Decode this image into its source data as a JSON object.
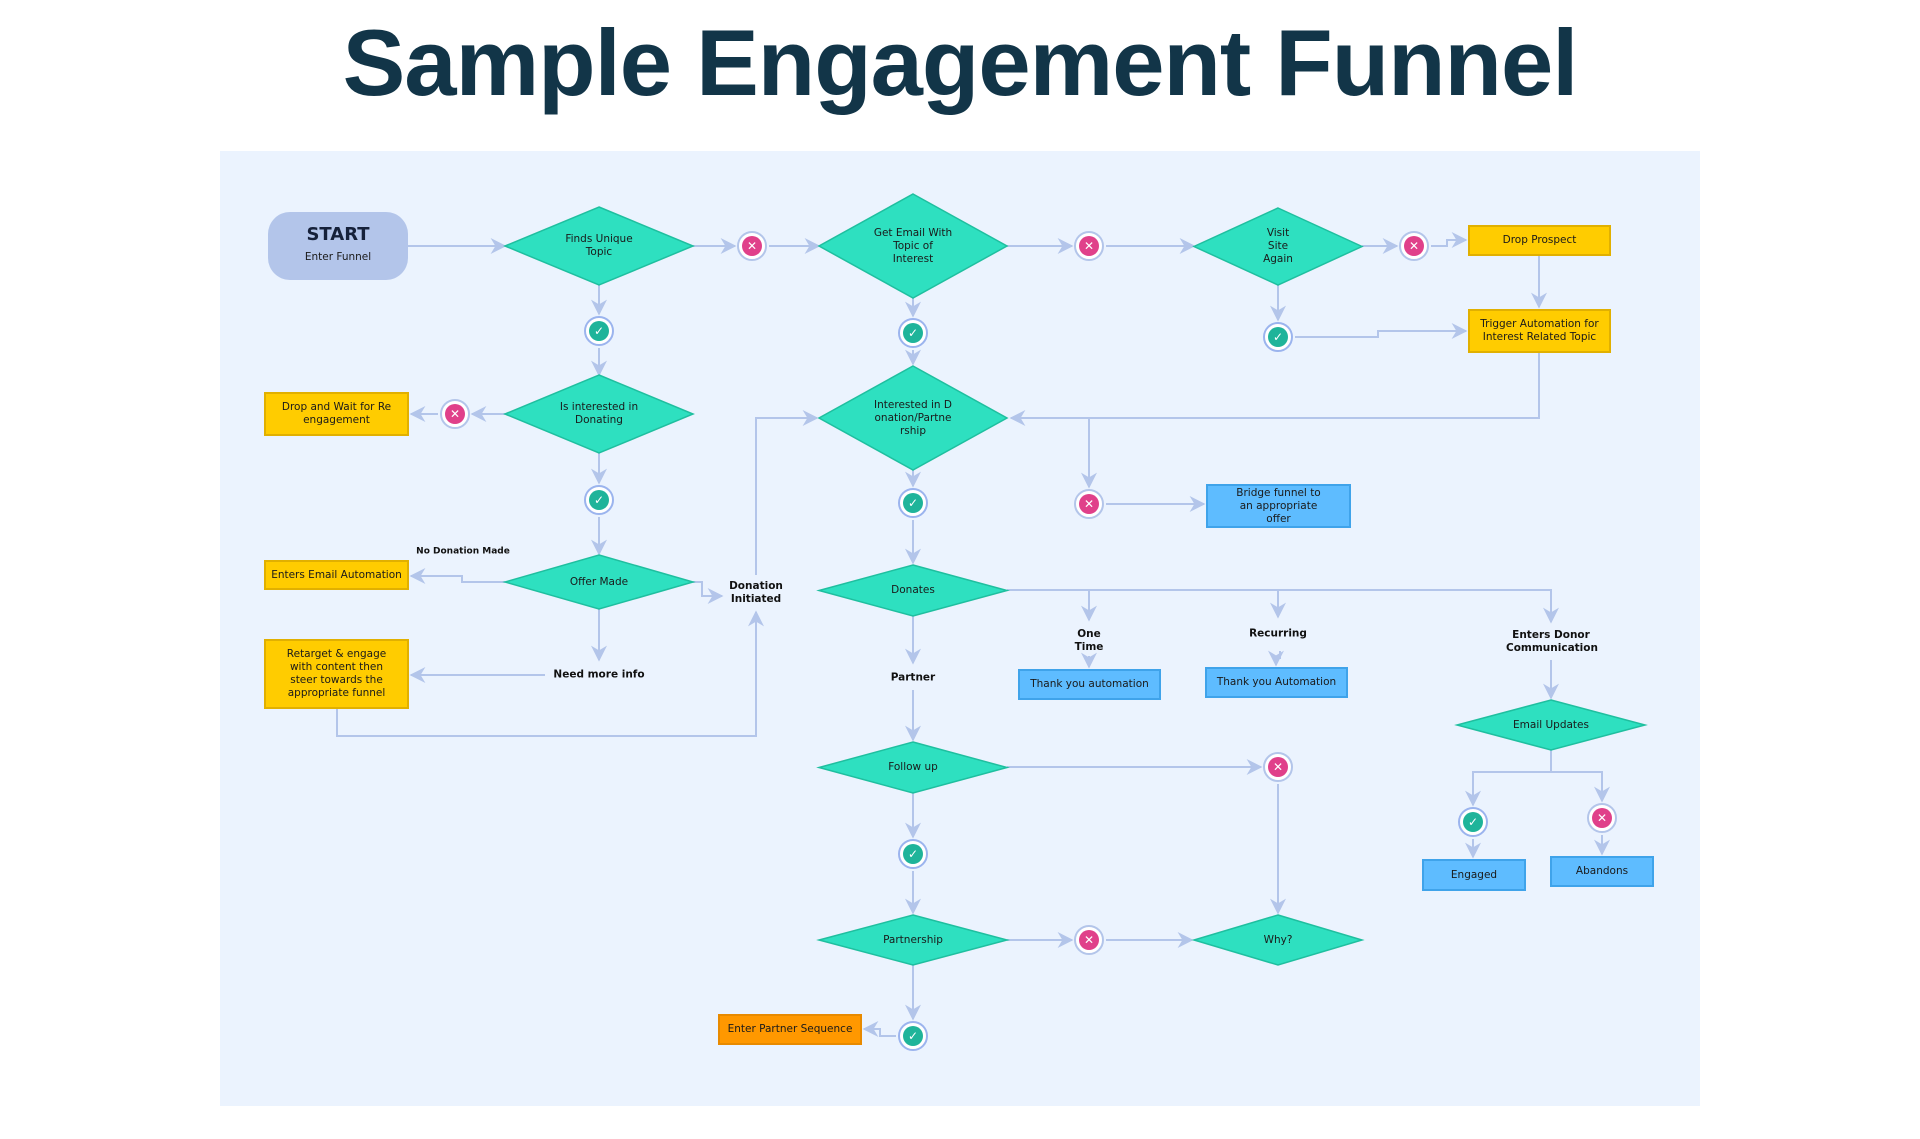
{
  "title": "Sample Engagement Funnel",
  "colors": {
    "title": "#123548",
    "panel_bg": "#ebf3fe",
    "decision": "#2ee0c0",
    "decision_border": "#1fbf9f",
    "action_yellow": "#ffcc00",
    "action_orange": "#ff9800",
    "outcome_blue": "#5ebcff",
    "start": "#b3c5ea",
    "connector": "#b3c5ea",
    "no_badge": "#e0408a",
    "yes_badge": "#1fb49a"
  },
  "start": {
    "title": "START",
    "subtitle": "Enter Funnel"
  },
  "decisions": {
    "finds_unique_topic": "Finds Unique Topic",
    "get_email": "Get Email With Topic of Interest",
    "visit_site_again": "Visit Site Again",
    "interested_in_donating": "Is interested in Donating",
    "interested_donation_partnership": "Interested in Donation/Partnership",
    "offer_made": "Offer Made",
    "donates": "Donates",
    "email_updates": "Email Updates",
    "follow_up": "Follow up",
    "partnership": "Partnership",
    "why": "Why?"
  },
  "actions": {
    "drop_prospect": "Drop Prospect",
    "trigger_automation": "Trigger Automation for Interest Related Topic",
    "drop_and_wait": "Drop and Wait for Re engagement",
    "enters_email_automation": "Enters Email Automation",
    "retarget": "Retarget & engage with content then steer towards the appropriate funnel",
    "enter_partner_sequence": "Enter Partner Sequence"
  },
  "outcomes": {
    "bridge_funnel": "Bridge funnel to an appropriate offer",
    "thank_you_one_time": "Thank you automation",
    "thank_you_recurring": "Thank you Automation",
    "engaged": "Engaged",
    "abandons": "Abandons"
  },
  "labels": {
    "no_donation_made": "No Donation Made",
    "donation_initiated": "Donation Initiated",
    "need_more_info": "Need more info",
    "partner": "Partner",
    "one_time": "One Time",
    "recurring": "Recurring",
    "enters_donor_communication": "Enters Donor Communication"
  },
  "badges": {
    "yes_glyph": "✓",
    "no_glyph": "✕"
  }
}
